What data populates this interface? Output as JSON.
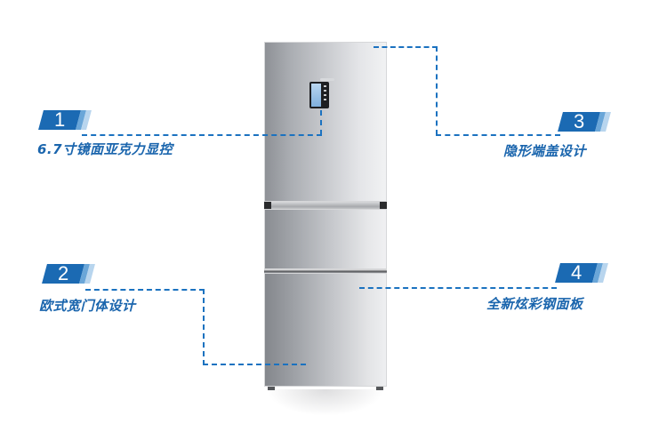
{
  "product": {
    "name": "three-door refrigerator",
    "colors": {
      "accent": "#1b6ab3",
      "label": "#1a65ad",
      "dash": "#1b72c0"
    }
  },
  "callouts": [
    {
      "number": "1",
      "label": "6.7寸镜面亚克力显控"
    },
    {
      "number": "2",
      "label": "欧式宽门体设计"
    },
    {
      "number": "3",
      "label": "隐形端盖设计"
    },
    {
      "number": "4",
      "label": "全新炫彩钢面板"
    }
  ]
}
